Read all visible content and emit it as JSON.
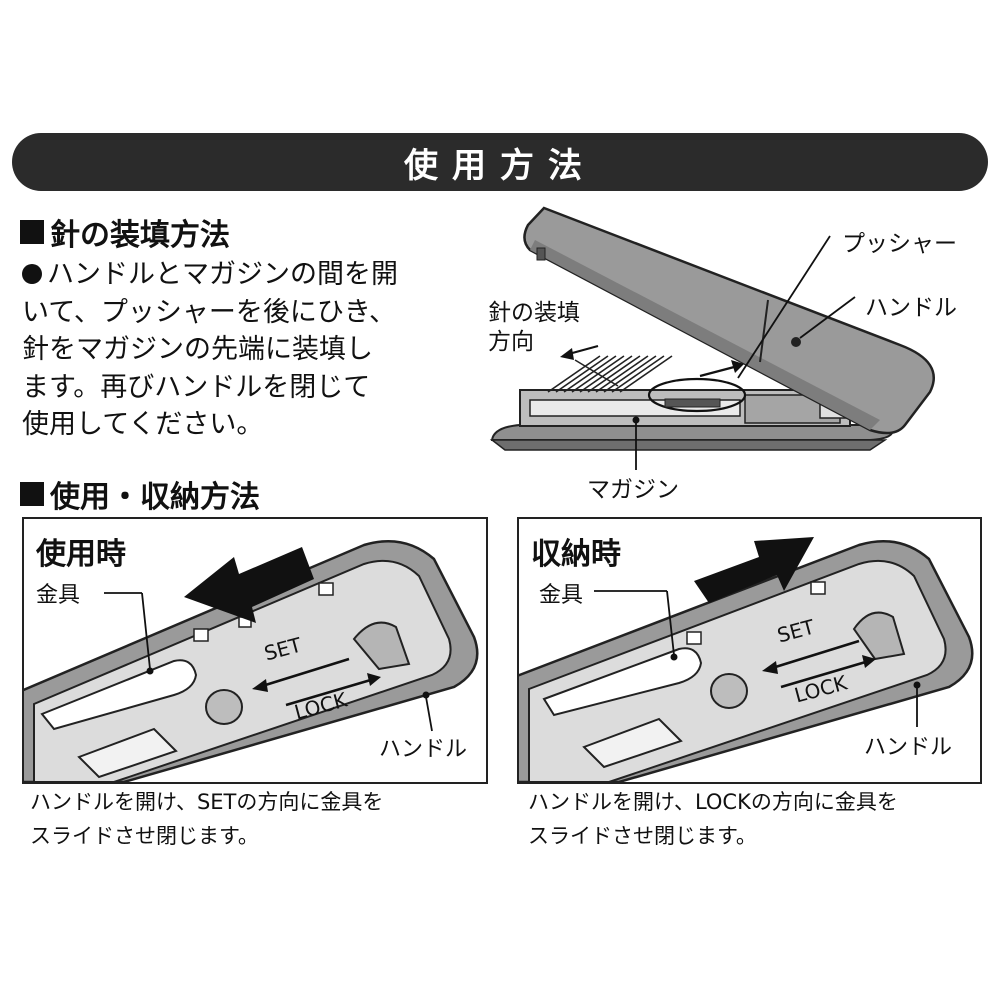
{
  "banner": {
    "title": "使用方法"
  },
  "section1": {
    "heading": "針の装填方法",
    "lines": [
      "ハンドルとマガジンの間を開",
      "いて、プッシャーを後にひき、",
      "針をマガジンの先端に装填し",
      "ます。再びハンドルを閉じて",
      "使用してください。"
    ]
  },
  "diagram": {
    "labels": {
      "pusher": "プッシャー",
      "handle": "ハンドル",
      "load_direction_1": "針の装填",
      "load_direction_2": "方向",
      "magazine": "マガジン"
    }
  },
  "section2": {
    "heading": "使用・収納方法"
  },
  "panel_use": {
    "title": "使用時",
    "fitting": "金具",
    "set": "SET",
    "lock": "LOCK",
    "handle": "ハンドル",
    "caption_1": "ハンドルを開け、SETの方向に金具を",
    "caption_2": "スライドさせ閉じます。"
  },
  "panel_store": {
    "title": "収納時",
    "fitting": "金具",
    "set": "SET",
    "lock": "LOCK",
    "handle": "ハンドル",
    "caption_1": "ハンドルを開け、LOCKの方向に金具を",
    "caption_2": "スライドさせ閉じます。"
  },
  "colors": {
    "banner_bg": "#2b2b2b",
    "banner_text": "#ffffff",
    "device_gray": "#9a9a9a"
  }
}
